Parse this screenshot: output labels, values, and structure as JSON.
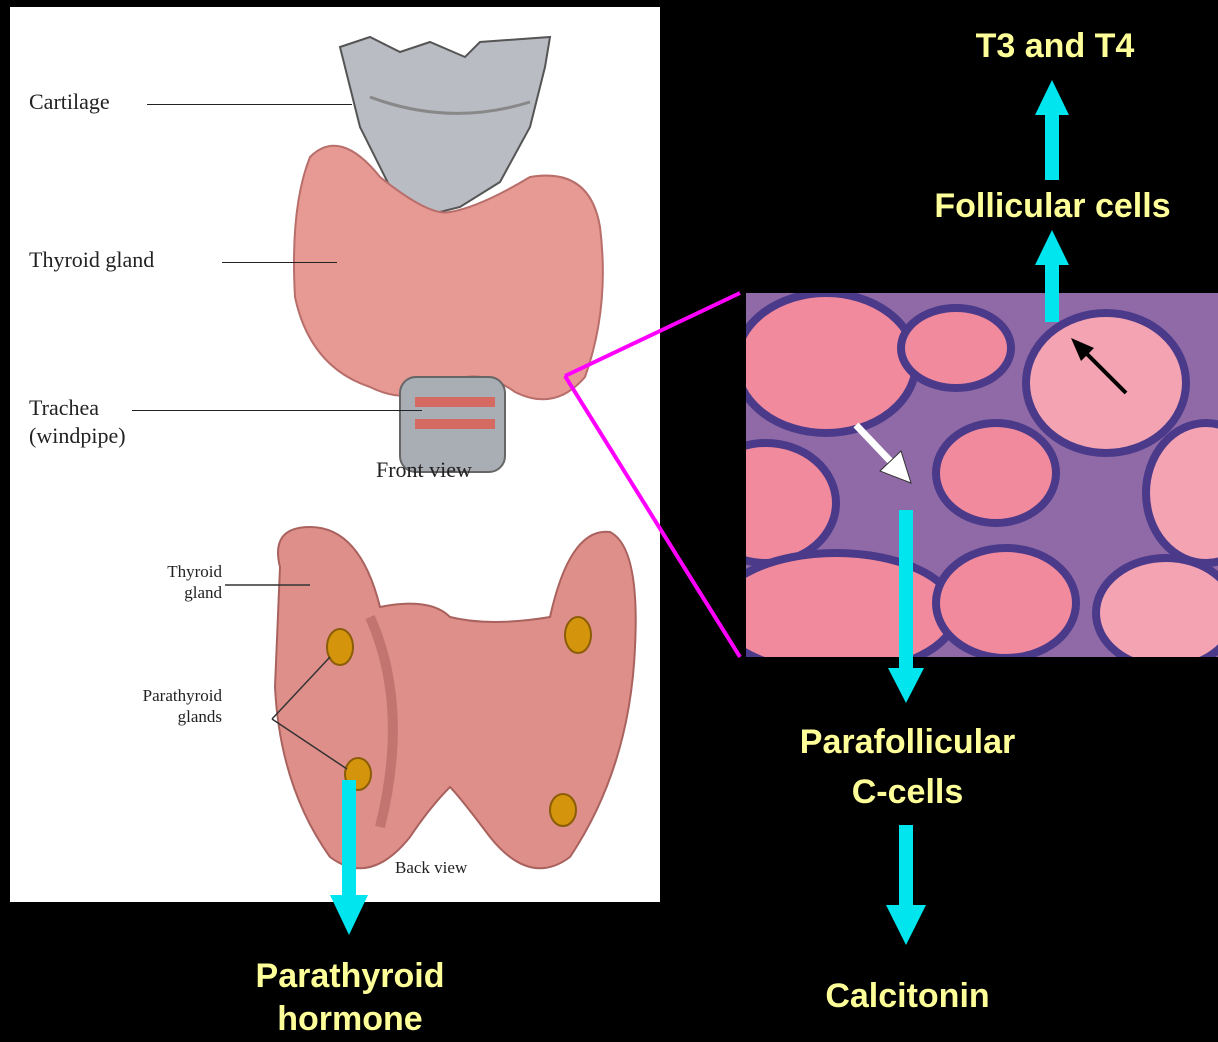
{
  "front_view": {
    "labels": {
      "cartilage": "Cartilage",
      "thyroid_gland": "Thyroid gland",
      "trachea_line1": "Trachea",
      "trachea_line2": "(windpipe)",
      "view": "Front view"
    }
  },
  "back_view": {
    "labels": {
      "thyroid_line1": "Thyroid",
      "thyroid_line2": "gland",
      "parathyroid_line1": "Parathyroid",
      "parathyroid_line2": "glands",
      "view": "Back view"
    }
  },
  "flow": {
    "t3_t4": "T3 and T4",
    "follicular_cells": "Follicular cells",
    "parafollicular_line1": "Parafollicular",
    "parafollicular_line2": "C-cells",
    "calcitonin": "Calcitonin",
    "parathyroid_hormone_line1": "Parathyroid",
    "parathyroid_hormone_line2": "hormone"
  },
  "colors": {
    "background": "#000000",
    "text_highlight": "#ffff99",
    "arrow": "#00e5ee",
    "connector": "#ff00ff",
    "tissue_pink": "#f08a9c",
    "gland_pink": "#e9a39b",
    "parathyroid_gold": "#d4940c"
  }
}
